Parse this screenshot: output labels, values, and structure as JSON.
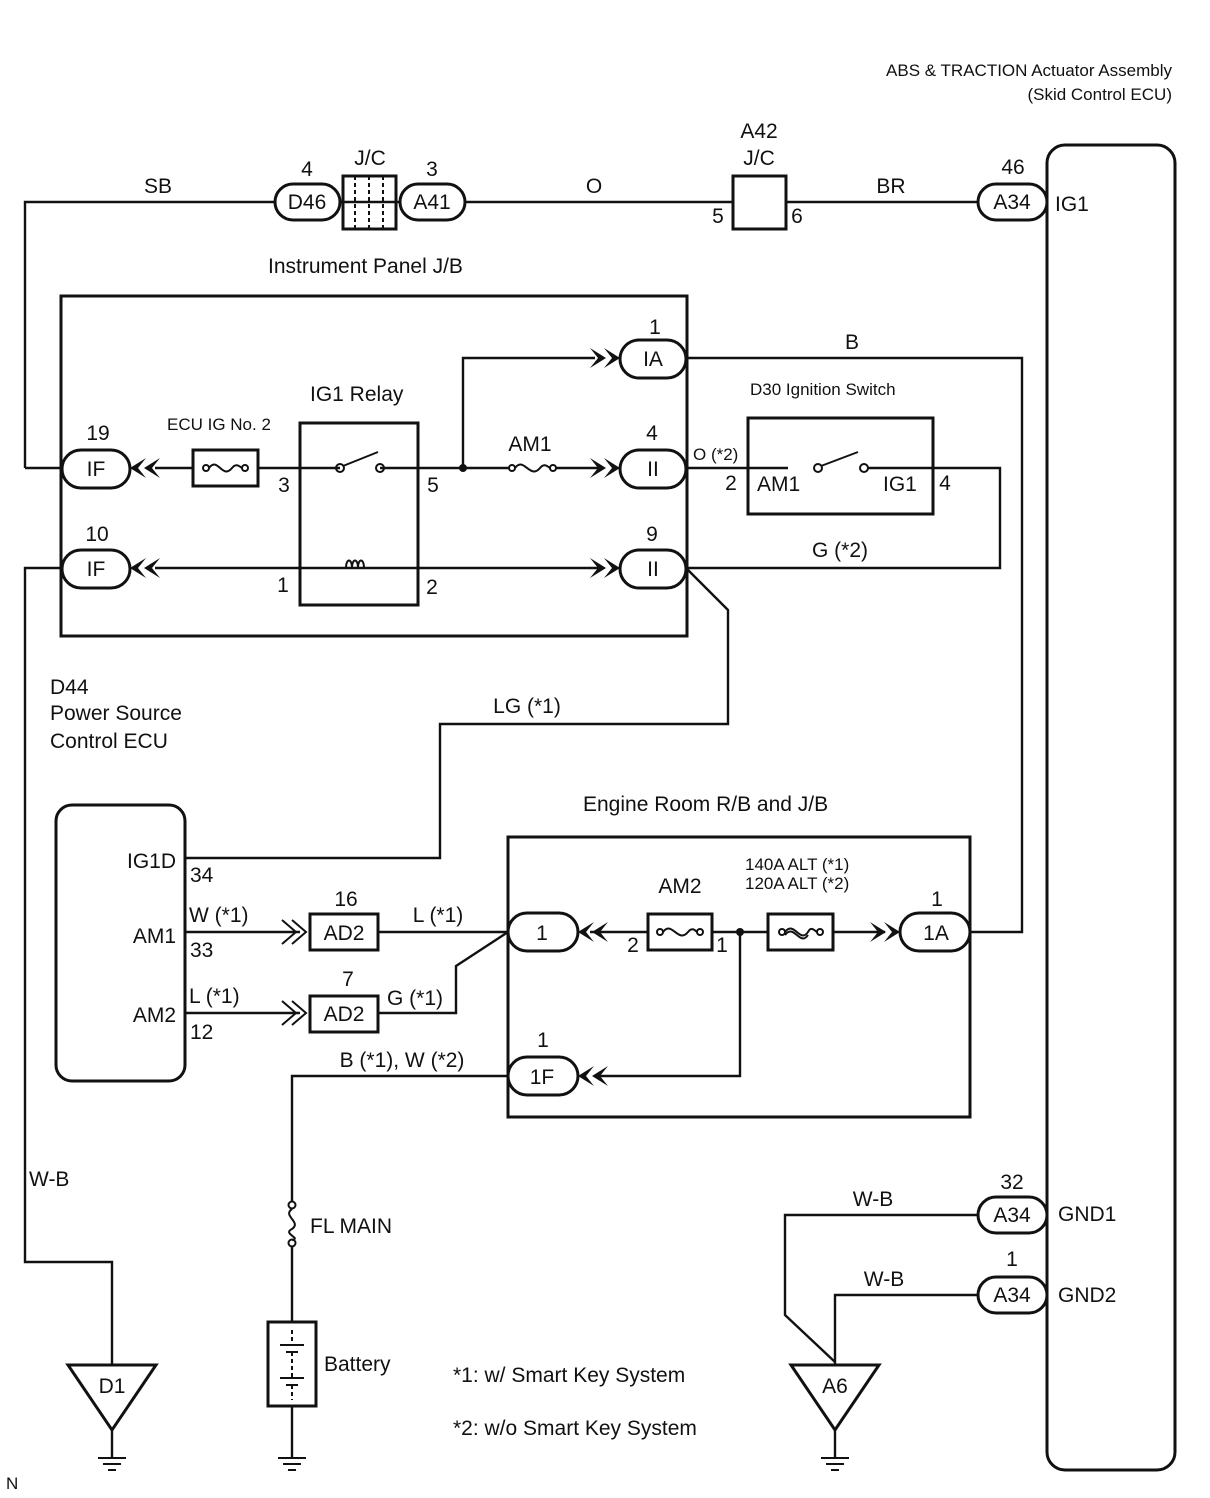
{
  "components": {
    "abs_actuator": {
      "line1": "ABS & TRACTION Actuator Assembly",
      "line2": "(Skid Control ECU)",
      "terminal_ig1": "IG1",
      "terminal_gnd1": "GND1",
      "terminal_gnd2": "GND2"
    },
    "jc_top": {
      "label": "J/C"
    },
    "jc_a42": {
      "id": "A42",
      "label": "J/C"
    },
    "instrument_panel_jb": {
      "label": "Instrument Panel J/B"
    },
    "ig1_relay": {
      "label": "IG1 Relay"
    },
    "ecu_ig_no2": {
      "label": "ECU IG No. 2"
    },
    "am1_fuse": {
      "label": "AM1"
    },
    "ignition_switch": {
      "label": "D30 Ignition Switch",
      "terminal_am1": "AM1",
      "terminal_ig1": "IG1"
    },
    "power_source_ecu": {
      "id": "D44",
      "line1": "Power Source",
      "line2": "Control ECU",
      "terminal_ig1d": "IG1D",
      "terminal_am1": "AM1",
      "terminal_am2": "AM2"
    },
    "engine_room_rb": {
      "label": "Engine Room R/B and J/B"
    },
    "am2_fuse": {
      "label": "AM2"
    },
    "alt_fuse": {
      "line1": "140A ALT (*1)",
      "line2": "120A ALT (*2)"
    },
    "fl_main": {
      "label": "FL MAIN"
    },
    "battery": {
      "label": "Battery"
    }
  },
  "connectors": {
    "d46": "D46",
    "a41": "A41",
    "a34_ig1": "A34",
    "ia": "IA",
    "ii_4": "II",
    "ii_9": "II",
    "if_19": "IF",
    "if_10": "IF",
    "ad2_16": "AD2",
    "ad2_7": "AD2",
    "erb_1": "1",
    "erb_1a": "1A",
    "erb_1f": "1F",
    "a34_gnd1": "A34",
    "a34_gnd2": "A34"
  },
  "pins": {
    "d46": "4",
    "a41": "3",
    "a42_left": "5",
    "a42_right": "6",
    "a34_ig1": "46",
    "ia": "1",
    "ii_4": "4",
    "ii_9": "9",
    "if_19": "19",
    "if_10": "10",
    "relay_3": "3",
    "relay_5": "5",
    "relay_1": "1",
    "relay_2": "2",
    "sw_2": "2",
    "sw_4": "4",
    "ecu_34": "34",
    "ecu_33": "33",
    "ecu_12": "12",
    "ad2_16": "16",
    "ad2_7": "7",
    "am2_left": "2",
    "am2_right": "1",
    "erb_1a": "1",
    "erb_1f": "1",
    "a34_gnd1": "32",
    "a34_gnd2": "1"
  },
  "wires": {
    "sb": "SB",
    "o": "O",
    "br": "BR",
    "b": "B",
    "o2": "O (*2)",
    "g2": "G (*2)",
    "lg1": "LG (*1)",
    "w1": "W (*1)",
    "l1_left": "L (*1)",
    "l1_right": "L (*1)",
    "g1": "G (*1)",
    "bw": "B (*1), W (*2)",
    "wb_left": "W-B",
    "wb_gnd1": "W-B",
    "wb_gnd2": "W-B"
  },
  "grounds": {
    "d1": "D1",
    "a6": "A6"
  },
  "notes": {
    "n1": "*1: w/ Smart Key System",
    "n2": "*2: w/o Smart Key System"
  },
  "corner_mark": "N"
}
